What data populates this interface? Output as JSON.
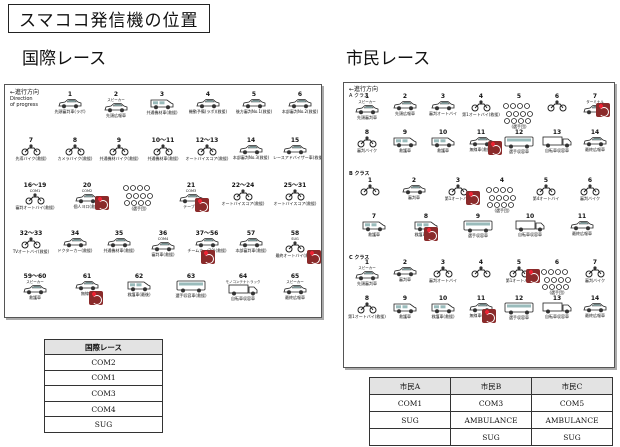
{
  "header": {
    "title": "スマココ発信機の位置"
  },
  "international": {
    "title": "国際レース",
    "direction": {
      "arrow": "←進行方向",
      "line1": "Direction",
      "line2": "of progress"
    },
    "slots": [
      {
        "num": "1",
        "cap": "先頭審判車(ラボ)",
        "icon": "car"
      },
      {
        "num": "2",
        "sub": "スピーカー",
        "cap": "先頭広報車",
        "icon": "car"
      },
      {
        "num": "3",
        "cap": "共通機材車(救援)",
        "icon": "van"
      },
      {
        "num": "4",
        "cap": "機動予備(ラボ)(救援)",
        "icon": "car"
      },
      {
        "num": "5",
        "cap": "後方審判No.1(救援)",
        "icon": "car"
      },
      {
        "num": "6",
        "cap": "本部審判No.2(救援)",
        "icon": "car"
      },
      {
        "num": "7",
        "cap": "先導バイク(救援)",
        "icon": "moto"
      },
      {
        "num": "8",
        "cap": "カメラバイク(救援)",
        "icon": "moto"
      },
      {
        "num": "9",
        "cap": "共通機材バイク(救援)",
        "icon": "moto"
      },
      {
        "num": "10～11",
        "cap": "共通機材車(救援)",
        "icon": "moto"
      },
      {
        "num": "12～13",
        "cap": "オートバイスコア(救援)",
        "icon": "moto"
      },
      {
        "num": "14",
        "cap": "本部審判No.3(救援)",
        "icon": "car"
      },
      {
        "num": "15",
        "cap": "レースアドバイザー車(救援)",
        "icon": "car"
      },
      {
        "num": "16～19",
        "sub": "COM1",
        "cap": "審判オートバイ(救援)",
        "icon": "moto"
      },
      {
        "num": "20",
        "sub": "COM2",
        "cap": "個人ヨロ(救援)",
        "icon": "car"
      },
      {
        "num": "",
        "cap": "(選手団)",
        "icon": "bikes"
      },
      {
        "num": "21",
        "sub": "COM3",
        "cap": "テーブル",
        "icon": "car"
      },
      {
        "num": "22～24",
        "cap": "オートバイスコア(救援)",
        "icon": "moto"
      },
      {
        "num": "25～31",
        "cap": "オートバイスコア(救援)",
        "icon": "moto"
      },
      {
        "num": "32～33",
        "cap": "TVオートバイ(救援)",
        "icon": "moto"
      },
      {
        "num": "34",
        "cap": "ドクターカー(救援)",
        "icon": "car"
      },
      {
        "num": "35",
        "cap": "共通機材車(救援)",
        "icon": "car"
      },
      {
        "num": "36",
        "sub": "COM4",
        "cap": "審判車(救援)",
        "icon": "car"
      },
      {
        "num": "37～56",
        "cap": "チームカー(20)(救援)",
        "icon": "car"
      },
      {
        "num": "57",
        "cap": "本部審判車(救援)",
        "icon": "car"
      },
      {
        "num": "58",
        "sub": "SUG",
        "cap": "最終オートバイ(救援)",
        "icon": "moto"
      },
      {
        "num": "59～60",
        "sub": "スピーカー",
        "cap": "救護車",
        "icon": "car"
      },
      {
        "num": "61",
        "cap": "無線車",
        "icon": "car"
      },
      {
        "num": "62",
        "cap": "救護車(最後)",
        "icon": "van"
      },
      {
        "num": "63",
        "cap": "選手収容車(救援)",
        "icon": "bus"
      },
      {
        "num": "64",
        "sub": "モノコンテナトラック",
        "cap": "自転車収容車",
        "icon": "truck"
      },
      {
        "num": "65",
        "sub": "スピーカー",
        "cap": "最終広報車",
        "icon": "car"
      }
    ]
  },
  "civic": {
    "title": "市民レース",
    "direction": {
      "arrow": "←進行方向",
      "line1": "A クラス"
    },
    "class_b": "B クラス",
    "class_c": "C クラス",
    "a_slots": [
      {
        "num": "1",
        "sub": "スピーカー",
        "cap": "先頭審判車",
        "icon": "car"
      },
      {
        "num": "2",
        "cap": "先頭広報車",
        "icon": "car"
      },
      {
        "num": "3",
        "cap": "審判オートバイ",
        "icon": "car"
      },
      {
        "num": "4",
        "cap": "第1オートバイ(救援)",
        "icon": "moto"
      },
      {
        "num": "5",
        "cap": "(選手団)",
        "icon": "bikes"
      },
      {
        "num": "6",
        "icon": "moto"
      },
      {
        "num": "7",
        "sub": "ターミナル",
        "icon": "car"
      },
      {
        "num": "8",
        "cap": "審判バイク",
        "icon": "moto"
      },
      {
        "num": "9",
        "cap": "救護車",
        "icon": "van"
      },
      {
        "num": "10",
        "cap": "救護車",
        "icon": "van"
      },
      {
        "num": "11",
        "cap": "無線車(救援)",
        "icon": "car"
      },
      {
        "num": "12",
        "cap": "選手収容車",
        "icon": "bus"
      },
      {
        "num": "13",
        "cap": "自転車収容車",
        "icon": "truck"
      },
      {
        "num": "14",
        "cap": "最終広報車",
        "icon": "car"
      }
    ],
    "b_slots": [
      {
        "num": "1",
        "icon": "moto"
      },
      {
        "num": "2",
        "cap": "審判車",
        "icon": "car"
      },
      {
        "num": "3",
        "cap": "第1オートバイ",
        "icon": "moto"
      },
      {
        "num": "4",
        "cap": "(選手団)",
        "icon": "bikes"
      },
      {
        "num": "5",
        "cap": "第4オートバイ",
        "icon": "moto"
      },
      {
        "num": "6",
        "cap": "審判バイク",
        "icon": "moto"
      },
      {
        "num": "7",
        "cap": "救護車",
        "icon": "van"
      },
      {
        "num": "8",
        "cap": "救護車(救援)",
        "icon": "van"
      },
      {
        "num": "9",
        "cap": "選手収容車",
        "icon": "bus"
      },
      {
        "num": "10",
        "cap": "自転車収容車",
        "icon": "truck"
      },
      {
        "num": "11",
        "cap": "最終広報車",
        "icon": "car"
      }
    ],
    "c_slots": [
      {
        "num": "1",
        "sub": "スピーカー",
        "cap": "先頭審判車",
        "icon": "car"
      },
      {
        "num": "2",
        "cap": "審判車",
        "icon": "car"
      },
      {
        "num": "3",
        "cap": "審判オートバイ",
        "icon": "moto"
      },
      {
        "num": "4",
        "icon": "moto"
      },
      {
        "num": "5",
        "cap": "第1オートバイ",
        "icon": "moto"
      },
      {
        "num": "6",
        "cap": "(選手団)",
        "icon": "bikes"
      },
      {
        "num": "7",
        "cap": "審判バイク",
        "icon": "moto"
      },
      {
        "num": "8",
        "cap": "第1オートバイ(救援)",
        "icon": "moto"
      },
      {
        "num": "9",
        "cap": "救護車",
        "icon": "van"
      },
      {
        "num": "10",
        "cap": "救護車(救援)",
        "icon": "van"
      },
      {
        "num": "11",
        "cap": "無線車(救援)",
        "icon": "car"
      },
      {
        "num": "12",
        "cap": "選手収容車",
        "icon": "bus"
      },
      {
        "num": "13",
        "cap": "自転車収容車",
        "icon": "truck"
      },
      {
        "num": "14",
        "cap": "最終広報車",
        "icon": "car"
      }
    ]
  },
  "intl_table": {
    "header": "国際レース",
    "rows": [
      "COM2",
      "COM1",
      "COM3",
      "COM4",
      "SUG"
    ]
  },
  "civic_table": {
    "headers": [
      "市民A",
      "市民B",
      "市民C"
    ],
    "rows": [
      [
        "COM1",
        "COM3",
        "COM5"
      ],
      [
        "SUG",
        "AMBULANCE",
        "AMBULANCE"
      ],
      [
        "",
        "SUG",
        "SUG"
      ]
    ]
  }
}
